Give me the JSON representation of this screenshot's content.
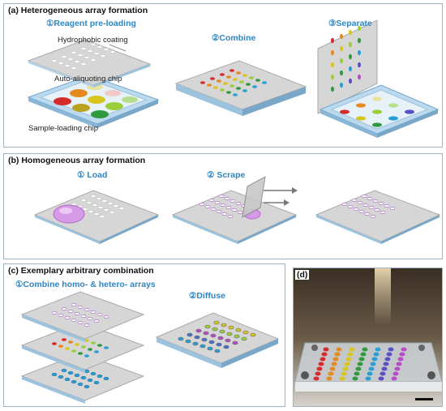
{
  "panels": {
    "a": {
      "title": "(a) Heterogeneous array formation",
      "steps": [
        "①Reagent pre-loading",
        "②Combine",
        "③Separate"
      ],
      "labels": {
        "coating": "Hydrophobic coating",
        "auto_chip": "Auto-aliquoting chip",
        "sample_chip": "Sample-loading  chip"
      }
    },
    "b": {
      "title": "(b) Homogeneous array formation",
      "steps": [
        "① Load",
        "② Scrape"
      ]
    },
    "c": {
      "title": "(c) Exemplary arbitrary combination",
      "steps": [
        "①Combine homo- & hetero- arrays",
        "②Diffuse"
      ]
    },
    "d": {
      "title": "(d)"
    }
  },
  "colors": {
    "chip_face": "#d9d9d9",
    "chip_edge": "#8ab6d6",
    "accent_blue": "#2e86c1",
    "sample_colors": [
      "#d62b2b",
      "#e58a1f",
      "#d8c61e",
      "#9bcf3a",
      "#2f9a3d",
      "#2a9fd6",
      "#5a4fc4",
      "#b84bc9"
    ],
    "purple": "#c77ce8"
  }
}
